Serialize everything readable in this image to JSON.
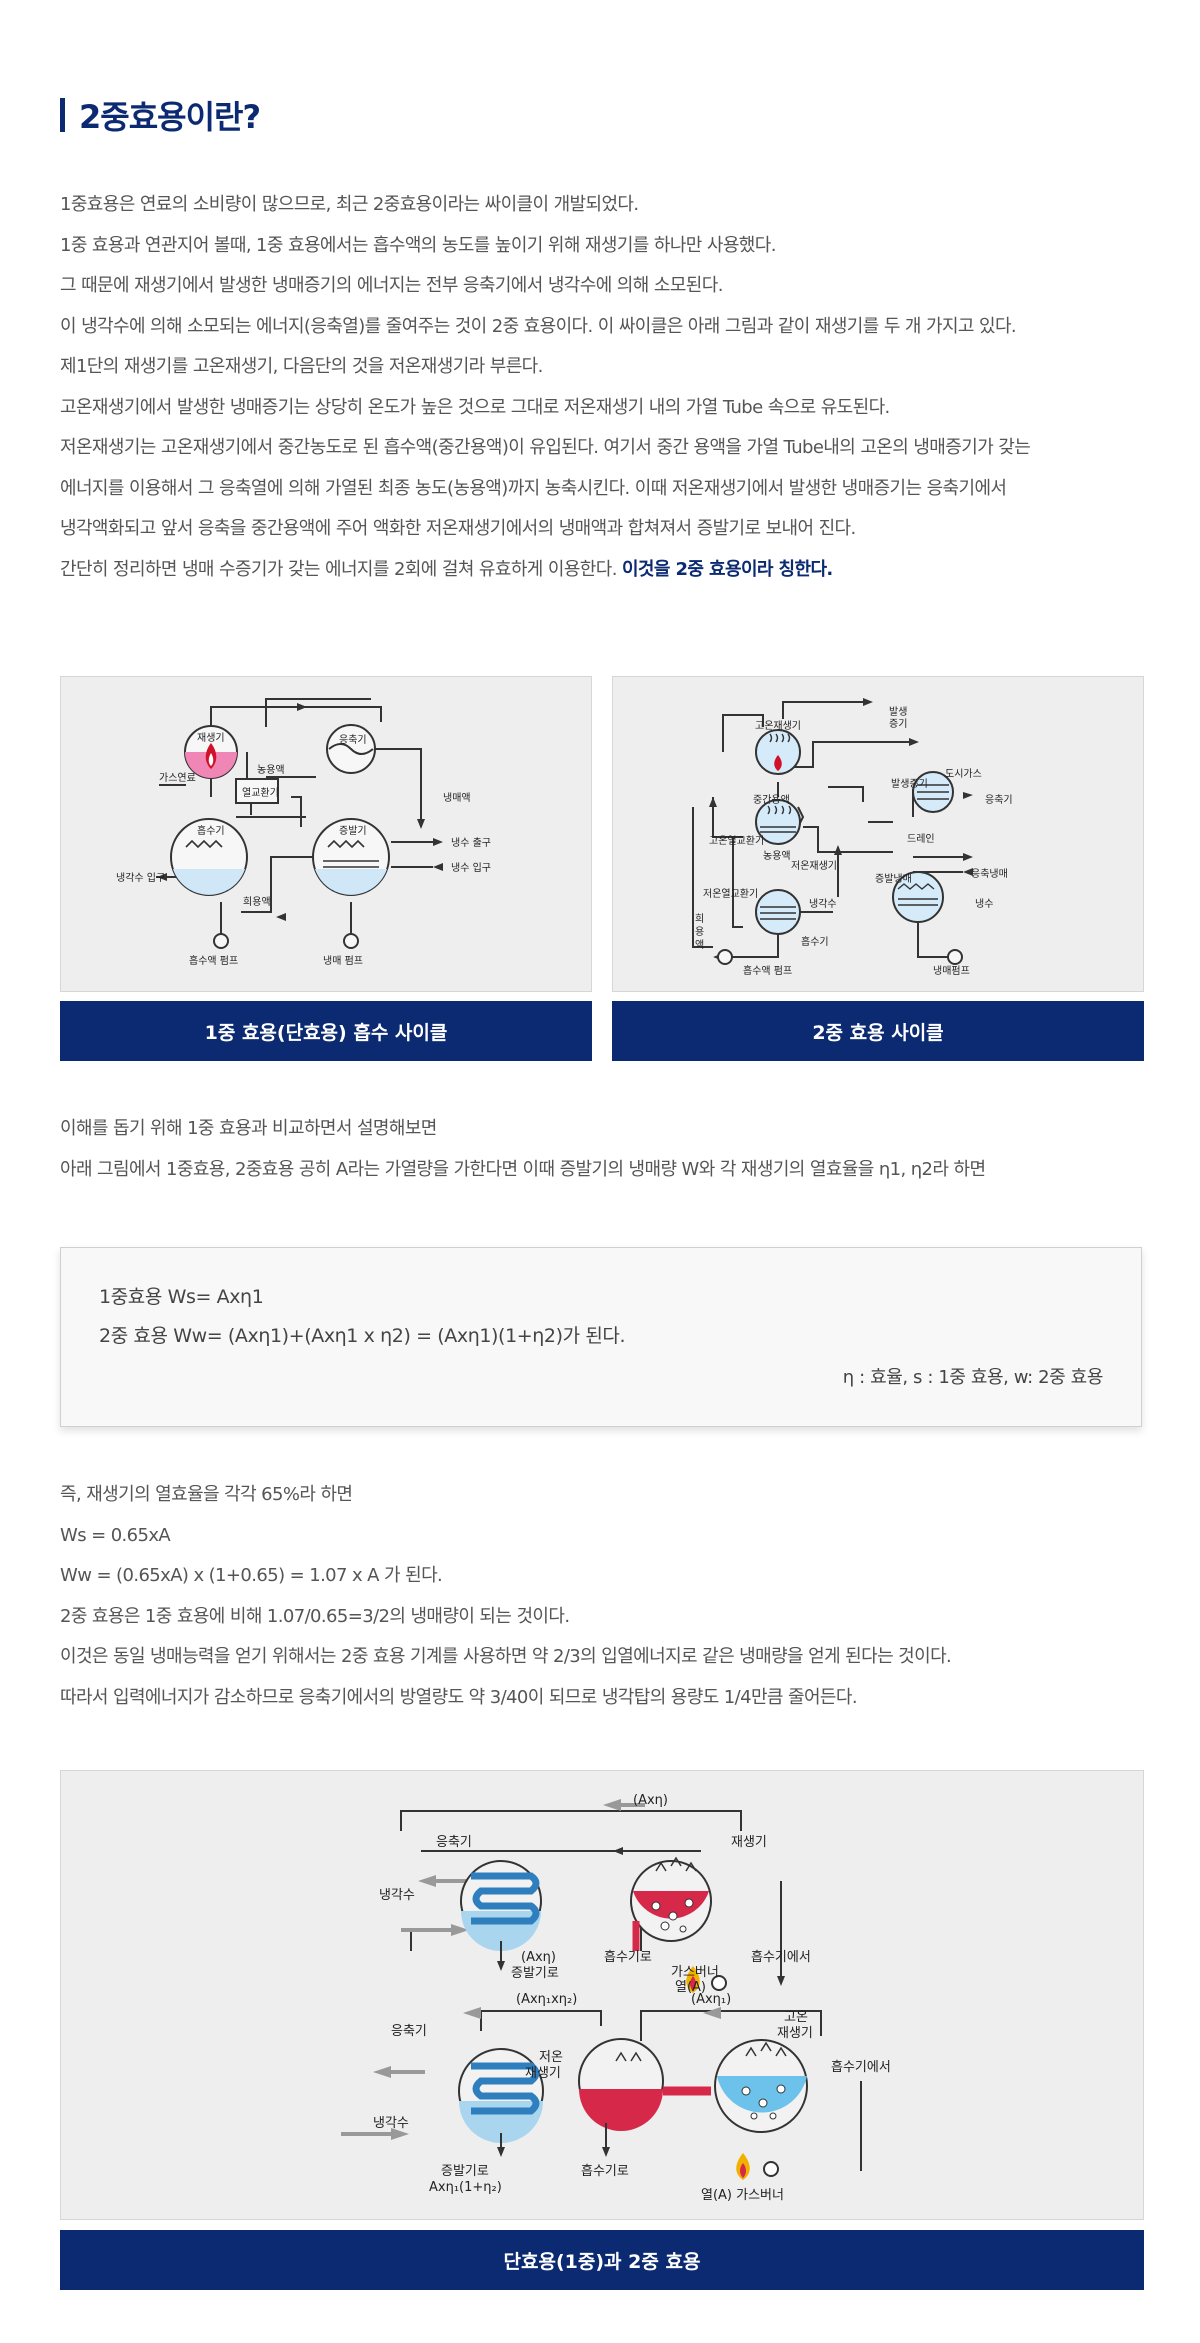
{
  "heading": "2중효용이란?",
  "intro": [
    "1중효용은 연료의 소비량이 많으므로, 최근 2중효용이라는 싸이클이 개발되었다.",
    "1중 효용과 연관지어 볼때, 1중 효용에서는 흡수액의 농도를 높이기 위해 재생기를 하나만 사용했다.",
    "그 때문에 재생기에서 발생한 냉매증기의 에너지는 전부 응축기에서 냉각수에 의해 소모된다.",
    "이 냉각수에 의해 소모되는 에너지(응축열)를 줄여주는 것이 2중 효용이다. 이 싸이클은 아래 그림과 같이 재생기를 두 개 가지고 있다.",
    "제1단의 재생기를 고온재생기, 다음단의 것을 저온재생기라 부른다.",
    "고온재생기에서 발생한 냉매증기는 상당히 온도가 높은 것으로 그대로 저온재생기 내의 가열 Tube 속으로 유도된다.",
    "저온재생기는 고온재생기에서 중간농도로 된 흡수액(중간용액)이 유입된다. 여기서 중간 용액을 가열 Tube내의 고온의 냉매증기가 갖는",
    "에너지를 이용해서 그 응축열에 의해 가열된 최종 농도(농용액)까지 농축시킨다. 이때 저온재생기에서 발생한 냉매증기는 응축기에서",
    "냉각액화되고 앞서 응축을 중간용액에 주어 액화한 저온재생기에서의 냉매액과 합쳐져서 증발기로 보내어 진다."
  ],
  "intro_last": "간단히 정리하면 냉매 수증기가 갖는 에너지를 2회에 걸쳐 유효하게 이용한다.",
  "intro_highlight": "이것을 2중 효용이라 칭한다.",
  "fig1": {
    "caption": "1중 효용(단효용) 흡수 사이클",
    "labels": {
      "regen": "재생기",
      "cond": "응축기",
      "gas": "가스연료",
      "conc": "농용액",
      "hx": "열교환기",
      "refl": "냉매액",
      "abs": "흡수기",
      "evap": "증발기",
      "cwout": "냉수 출구",
      "cwin": "냉수 입구",
      "coolin": "냉각수 입구",
      "dilute": "희용액",
      "abspump": "흡수액 펌프",
      "refpump": "냉매 펌프"
    }
  },
  "fig2": {
    "caption": "2중 효용 사이클",
    "labels": {
      "hgen": "고온재생기",
      "vap1": "발생",
      "vap2": "증기",
      "vap3": "발생증기",
      "citygas": "도시가스",
      "mid": "중간용액",
      "cond": "응축기",
      "hhx": "고온열교환기",
      "drain": "드레인",
      "conc": "농용액",
      "lgen": "저온재생기",
      "lhx": "저온열교환기",
      "coolw": "냉각수",
      "evref": "증발냉매",
      "refliq": "응축냉매",
      "chw": "냉수",
      "dil1": "희",
      "dil2": "용",
      "dil3": "액",
      "absb": "흡수기",
      "abspump": "흡수액 펌프",
      "refpump": "냉매펌프"
    }
  },
  "compare": [
    "이해를 돕기 위해 1중 효용과 비교하면서 설명해보면",
    "아래 그림에서 1중효용, 2중효용 공히 A라는 가열량을 가한다면 이때 증발기의 냉매량 W와 각 재생기의 열효율을 η1, η2라 하면"
  ],
  "formula": {
    "line1": "1중효용 Ws= Axη1",
    "line2": "2중 효용 Ww= (Axη1)+(Axη1 x η2) = (Axη1)(1+η2)가 된다.",
    "note": "η : 효율, s : 1중 효용, w: 2중 효용"
  },
  "result": [
    "즉, 재생기의 열효율을 각각 65%라 하면",
    "Ws = 0.65xA",
    "Ww = (0.65xA) x (1+0.65) = 1.07 x A 가 된다.",
    "2중 효용은 1중 효용에 비해 1.07/0.65=3/2의 냉매량이 되는 것이다.",
    "이것은 동일 냉매능력을 얻기 위해서는 2중 효용 기계를 사용하면 약 2/3의 입열에너지로 같은 냉매량을 얻게 된다는 것이다.",
    "따라서 입력에너지가 감소하므로 응축기에서의 방열량도 약 3/40이 되므로 냉각탑의 용량도 1/4만큼 줄어든다."
  ],
  "fig3": {
    "caption": "단효용(1중)과 2중 효용",
    "labels": {
      "axn": "(Axη)",
      "cond": "응축기",
      "regen": "재생기",
      "cool": "냉각수",
      "evap1": "(Axη)",
      "evap2": "증발기로",
      "toabs": "흡수기로",
      "burner1": "가스버너",
      "heat": "열(A)",
      "fromabs": "흡수기에서",
      "axn12": "(Axη₁xη₂)",
      "axn1": "(Axη₁)",
      "hgen1": "고온",
      "hgen2": "재생기",
      "lgen1": "저온",
      "lgen2": "재생기",
      "cond2": "응축기",
      "cool2": "냉각수",
      "evap3": "증발기로",
      "evap4": "Axη₁(1+η₂)",
      "toabs2": "흡수기로",
      "heatburner": "열(A) 가스버너",
      "fromabs2": "흡수기에서"
    }
  }
}
